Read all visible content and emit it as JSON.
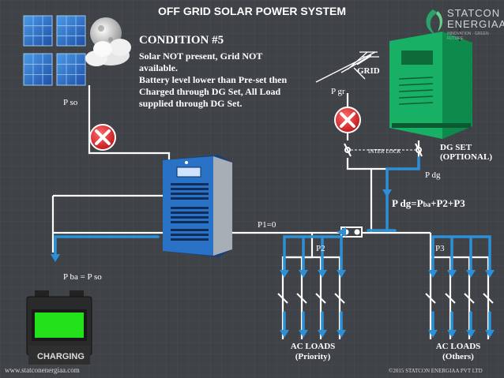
{
  "title": "OFF GRID SOLAR POWER SYSTEM",
  "condition": {
    "heading": "CONDITION #5",
    "line1": "Solar NOT present, Grid NOT",
    "line2": "available.",
    "line3": "Battery level lower than Pre-set then",
    "line4": "Charged through DG Set,  All Load",
    "line5": "supplied through DG Set."
  },
  "labels": {
    "p_so": "P so",
    "grid": "GRID",
    "p_gr": "P gr",
    "interlock": "INTER LOCK",
    "dg_set_1": "DG SET",
    "dg_set_2": "(OPTIONAL)",
    "p_dg": "P dg",
    "p_dg_eq_a": "P dg=P",
    "p_dg_eq_sub": "ba",
    "p_dg_eq_b": "+P2+P3",
    "p1": "P1=0",
    "p2": "P2",
    "p3": "P3",
    "p_ba": "P ba = P so",
    "charging": "CHARGING",
    "loads_priority_1": "AC  LOADS",
    "loads_priority_2": "(Priority)",
    "loads_others_1": "AC  LOADS",
    "loads_others_2": "(Others)"
  },
  "logo": {
    "line1": "STATCON",
    "line2": "ENERGIAA",
    "tagline": "INNOVATION · GREEN · FUTURE"
  },
  "footer": {
    "website": "www.statconenergiaa.com",
    "copyright": "©2015 STATCON ENERGIAA PVT LTD"
  },
  "colors": {
    "background": "#3f4246",
    "wire": "#ffffff",
    "flow_arrow": "#2e8fd6",
    "cross": "#e0262b",
    "battery_screen": "#22e01a",
    "inverter": "#1f5fb0",
    "generator": "#14a35a"
  },
  "icons": {
    "solar": "solar-panel-icon",
    "weather": "moon-cloud-icon",
    "cross": "cross-icon",
    "inverter": "inverter-unit-icon",
    "generator": "dg-set-icon",
    "battery": "battery-icon",
    "tower": "grid-tower-icon",
    "switch": "switch-icon"
  }
}
